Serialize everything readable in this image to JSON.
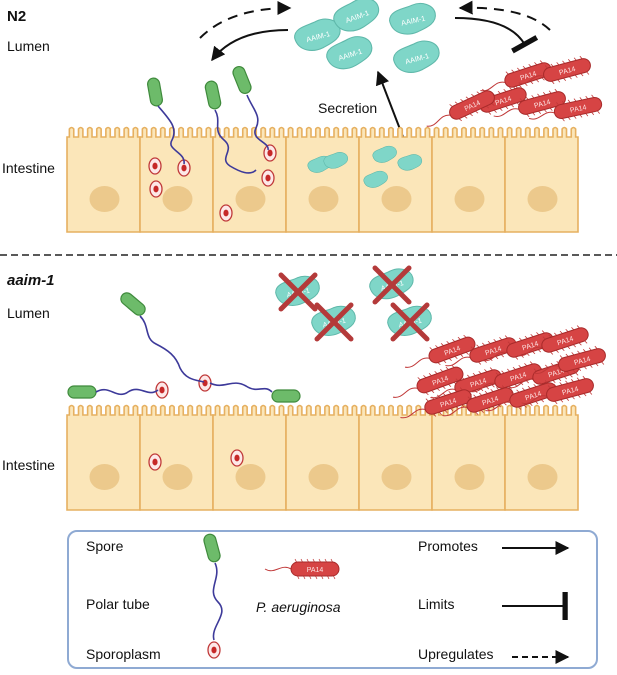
{
  "panels": {
    "top": {
      "title": "N2",
      "lumen": "Lumen",
      "intestine": "Intestine",
      "secretion": "Secretion"
    },
    "bottom": {
      "title": "aaim-1",
      "lumen": "Lumen",
      "intestine": "Intestine"
    }
  },
  "labels": {
    "protein": "AAIM-1",
    "bacterium": "PA14"
  },
  "legend": {
    "spore": "Spore",
    "polar_tube": "Polar tube",
    "sporoplasm": "Sporoplasm",
    "species": "P. aeruginosa",
    "promotes": "Promotes",
    "limits": "Limits",
    "upregulates": "Upregulates"
  },
  "colors": {
    "cell_fill": "#fbe6b9",
    "cell_stroke": "#e6b060",
    "nucleus": "#ecc98c",
    "spore": "#6dbb6a",
    "polar_tube": "#3d3a9a",
    "bacterium": "#d64444",
    "protein": "#7fd6c8",
    "cross": "#b43a3a",
    "legend_border": "#8faad3"
  }
}
